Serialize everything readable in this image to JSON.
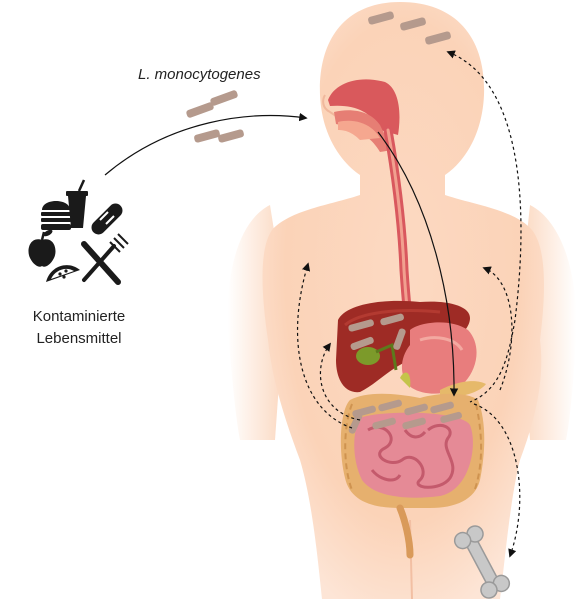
{
  "labels": {
    "bacteria": "L. monocytogenes",
    "food_line1": "Kontaminierte",
    "food_line2": "Lebensmittel"
  },
  "icons": [
    "bacteria-icon",
    "food-icon",
    "burger-icon",
    "drink-cup-icon",
    "bread-icon",
    "apple-icon",
    "watermelon-icon",
    "fork-knife-icon",
    "bone-icon"
  ],
  "colors": {
    "skin": "#fbd3b8",
    "bacteria": "#b59a8d",
    "liver": "#9e2b25",
    "stomach": "#e87d7d",
    "intestine": "#e58a96",
    "colon": "#e6b06e",
    "arrow": "#111111"
  }
}
